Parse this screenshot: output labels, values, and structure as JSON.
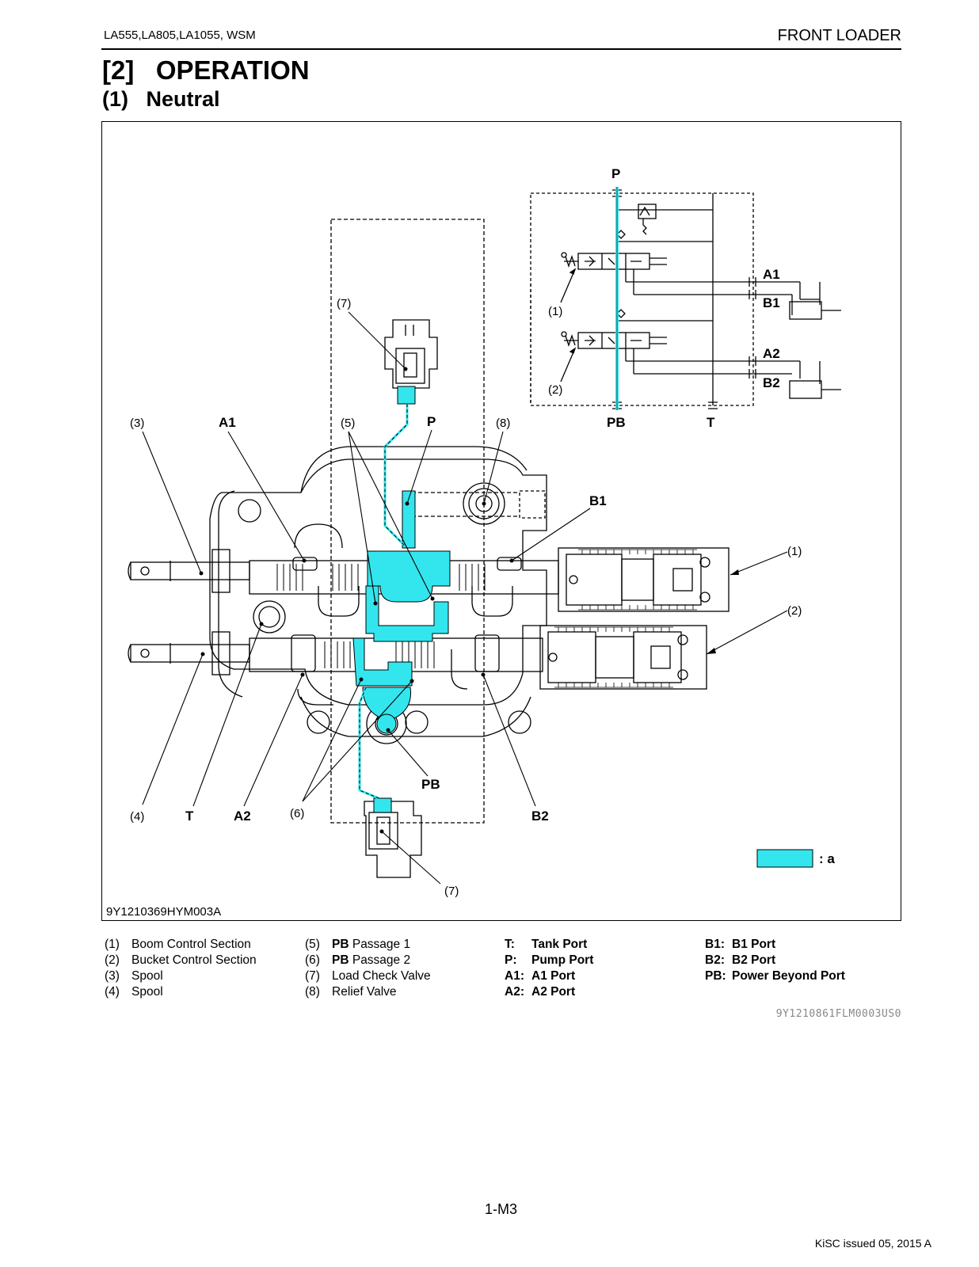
{
  "header": {
    "models": "LA555,LA805,LA1055, WSM",
    "section": "FRONT LOADER"
  },
  "section_title": "[2]   OPERATION",
  "subsection_title": "(1)   Neutral",
  "figure": {
    "code": "9Y1210369HYM003A",
    "highlight_color": "#33e6ee",
    "highlight_label": ": a",
    "labels": {
      "n1": "(1)",
      "n2": "(2)",
      "n3": "(3)",
      "n4": "(4)",
      "n5": "(5)",
      "n6": "(6)",
      "n7": "(7)",
      "n8": "(8)",
      "A1": "A1",
      "A2": "A2",
      "B1": "B1",
      "B2": "B2",
      "P": "P",
      "PB": "PB",
      "T": "T"
    }
  },
  "legend": {
    "col1": [
      {
        "num": "(1)",
        "text": "Boom Control Section"
      },
      {
        "num": "(2)",
        "text": "Bucket Control Section"
      },
      {
        "num": "(3)",
        "text": "Spool"
      },
      {
        "num": "(4)",
        "text": "Spool"
      }
    ],
    "col2": [
      {
        "num": "(5)",
        "key": "PB",
        "text": " Passage 1"
      },
      {
        "num": "(6)",
        "key": "PB",
        "text": " Passage 2"
      },
      {
        "num": "(7)",
        "key": "",
        "text": "Load Check Valve"
      },
      {
        "num": "(8)",
        "key": "",
        "text": "Relief Valve"
      }
    ],
    "col3": [
      {
        "key": "T:",
        "text": "Tank Port"
      },
      {
        "key": "P:",
        "text": "Pump Port"
      },
      {
        "key": "A1:",
        "text": "A1 Port"
      },
      {
        "key": "A2:",
        "text": "A2 Port"
      }
    ],
    "col4": [
      {
        "key": "B1:",
        "text": "B1 Port"
      },
      {
        "key": "B2:",
        "text": "B2 Port"
      },
      {
        "key": "PB:",
        "text": "Power Beyond Port"
      }
    ]
  },
  "doc_code": "9Y1210861FLM0003US0",
  "page_number": "1-M3",
  "issued": "KiSC issued 05, 2015 A"
}
